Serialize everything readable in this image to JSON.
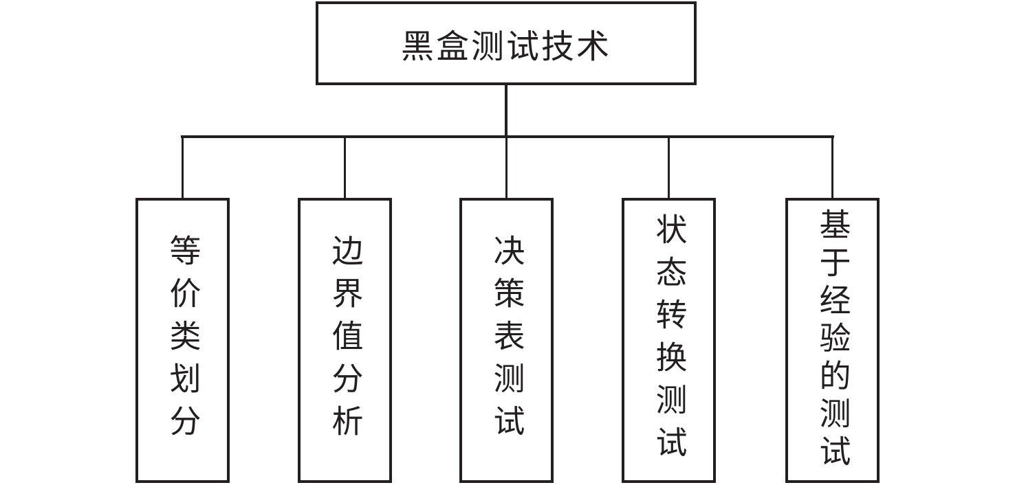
{
  "diagram": {
    "title": "黑盒测试技术",
    "root": {
      "label": "黑盒测试技术"
    },
    "children": [
      {
        "label": "等价类划分",
        "meaning": "equivalence-class-partitioning"
      },
      {
        "label": "边界值分析",
        "meaning": "boundary-value-analysis"
      },
      {
        "label": "决策表测试",
        "meaning": "decision-table-testing"
      },
      {
        "label": "状态转换测试",
        "meaning": "state-transition-testing"
      },
      {
        "label": "基于经验的测试",
        "meaning": "experience-based-testing"
      }
    ],
    "colors": {
      "line": "#231f20",
      "text": "#231f20",
      "background": "#ffffff"
    },
    "layout_type": "tree",
    "orientation": "root-top-children-bottom",
    "child_text_direction": "vertical"
  }
}
